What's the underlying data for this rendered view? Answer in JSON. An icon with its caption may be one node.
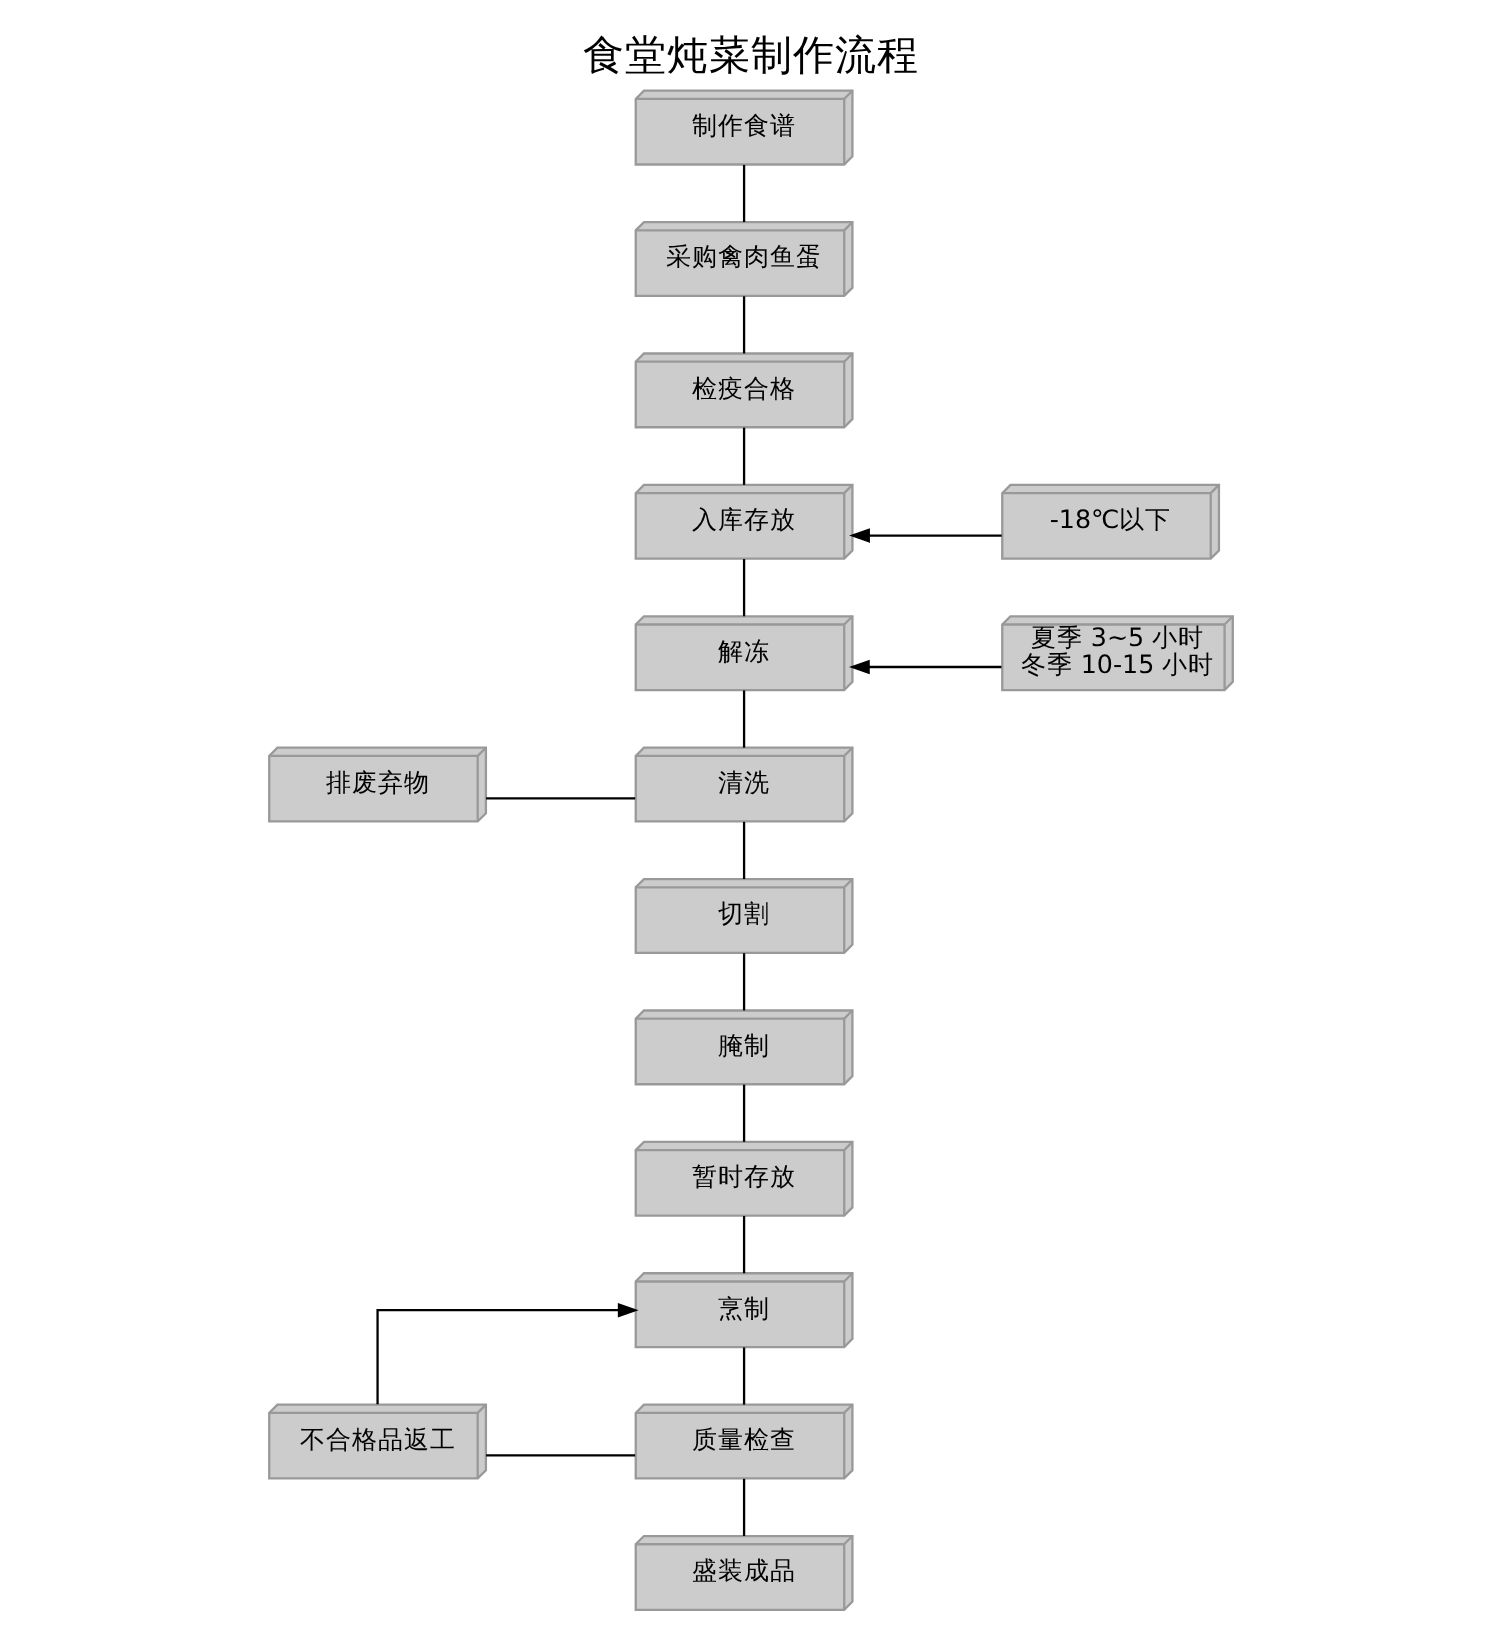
{
  "diagram": {
    "title": "食堂炖菜制作流程",
    "nodes": [
      {
        "text": [
          "制作食谱"
        ]
      },
      {
        "text": [
          "采购禽肉鱼蛋"
        ]
      },
      {
        "text": [
          "检疫合格"
        ]
      },
      {
        "text": [
          "入库存放"
        ]
      },
      {
        "text": [
          "-18℃以下"
        ]
      },
      {
        "text": [
          "解冻"
        ]
      },
      {
        "text": [
          "夏季 3~5 小时",
          "冬季 10-15 小时"
        ]
      },
      {
        "text": [
          "排废弃物"
        ]
      },
      {
        "text": [
          "清洗"
        ]
      },
      {
        "text": [
          "切割"
        ]
      },
      {
        "text": [
          "腌制"
        ]
      },
      {
        "text": [
          "暂时存放"
        ]
      },
      {
        "text": [
          "烹制"
        ]
      },
      {
        "text": [
          "不合格品返工"
        ]
      },
      {
        "text": [
          "质量检查"
        ]
      },
      {
        "text": [
          "盛装成品"
        ]
      }
    ],
    "edges": [
      {
        "from": 0,
        "to": 1,
        "arrow": "none"
      },
      {
        "from": 1,
        "to": 2,
        "arrow": "none"
      },
      {
        "from": 2,
        "to": 3,
        "arrow": "none"
      },
      {
        "from": 4,
        "to": 3,
        "arrow": "to"
      },
      {
        "from": 3,
        "to": 5,
        "arrow": "none"
      },
      {
        "from": 6,
        "to": 5,
        "arrow": "to"
      },
      {
        "from": 5,
        "to": 8,
        "arrow": "none"
      },
      {
        "from": 8,
        "to": 7,
        "arrow": "none"
      },
      {
        "from": 8,
        "to": 9,
        "arrow": "none"
      },
      {
        "from": 9,
        "to": 10,
        "arrow": "none"
      },
      {
        "from": 10,
        "to": 11,
        "arrow": "none"
      },
      {
        "from": 11,
        "to": 12,
        "arrow": "none"
      },
      {
        "from": 13,
        "to": 12,
        "arrow": "to"
      },
      {
        "from": 12,
        "to": 14,
        "arrow": "none"
      },
      {
        "from": 14,
        "to": 13,
        "arrow": "none"
      },
      {
        "from": 14,
        "to": 15,
        "arrow": "none"
      }
    ]
  }
}
